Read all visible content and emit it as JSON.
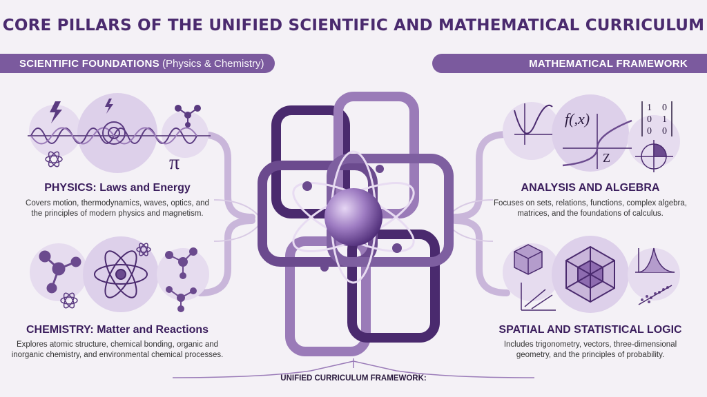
{
  "title": "CORE PILLARS OF THE UNIFIED SCIENTIFIC AND MATHEMATICAL CURRICULUM",
  "left_banner": {
    "main": "SCIENTIFIC FOUNDATIONS",
    "sub": "(Physics & Chemistry)"
  },
  "right_banner": {
    "main": "MATHEMATICAL FRAMEWORK"
  },
  "sections": {
    "physics": {
      "title": "PHYSICS: Laws and Energy",
      "line1": "Covers motion, thermodynamics, waves, optics, and",
      "line2": "the principles of modern physics and magnetism."
    },
    "chemistry": {
      "title": "CHEMISTRY: Matter and Reactions",
      "line1": "Explores atomic structure, chemical bonding, organic and",
      "line2": "inorganic chemistry, and environmental chemical processes."
    },
    "analysis": {
      "title": "ANALYSIS AND ALGEBRA",
      "line1": "Focuses on sets, relations, functions, complex algebra,",
      "line2": "matrices, and the foundations of calculus."
    },
    "spatial": {
      "title": "SPATIAL AND STATISTICAL LOGIC",
      "line1": "Includes trigonometry, vectors, three-dimensional",
      "line2": "geometry, and the principles of probability."
    }
  },
  "glyphs": {
    "pi": "π",
    "fx": "f(,x)",
    "matrix_col1": [
      "1",
      "0",
      "0"
    ],
    "matrix_col2": [
      "0",
      "1",
      "0"
    ],
    "z": "Z"
  },
  "footer": "UNIFIED CURRICULUM FRAMEWORK:",
  "colors": {
    "accent": "#7b5a9e",
    "dark": "#4a2a6e",
    "light": "#e2d6ec",
    "background": "#f4f1f6"
  }
}
